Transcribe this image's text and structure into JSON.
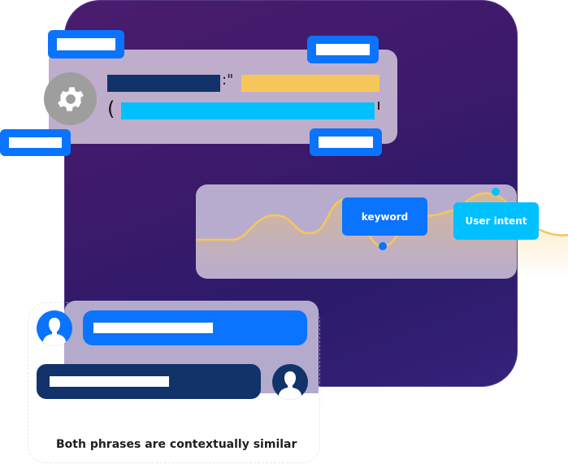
{
  "caption": "Both phrases are contextually similar",
  "code_card": {
    "colon_text": ":\"",
    "open_paren": "(",
    "colors": {
      "navy": "#12336a",
      "yellow": "#f6c65a",
      "cyan": "#00c0ff",
      "gear": "#9e9e9e"
    }
  },
  "tags_count": 4,
  "wave_card": {
    "keyword_label": "keyword",
    "intent_label": "User intent",
    "line_color": "#f6c65a",
    "keyword_color": "#0a74ff",
    "intent_color": "#00c0ff"
  },
  "chat": {
    "message_colors": [
      "#0a74ff",
      "#12336a"
    ]
  },
  "colors": {
    "background_card": "#3a1b6c",
    "accent_blue": "#0a74ff"
  }
}
